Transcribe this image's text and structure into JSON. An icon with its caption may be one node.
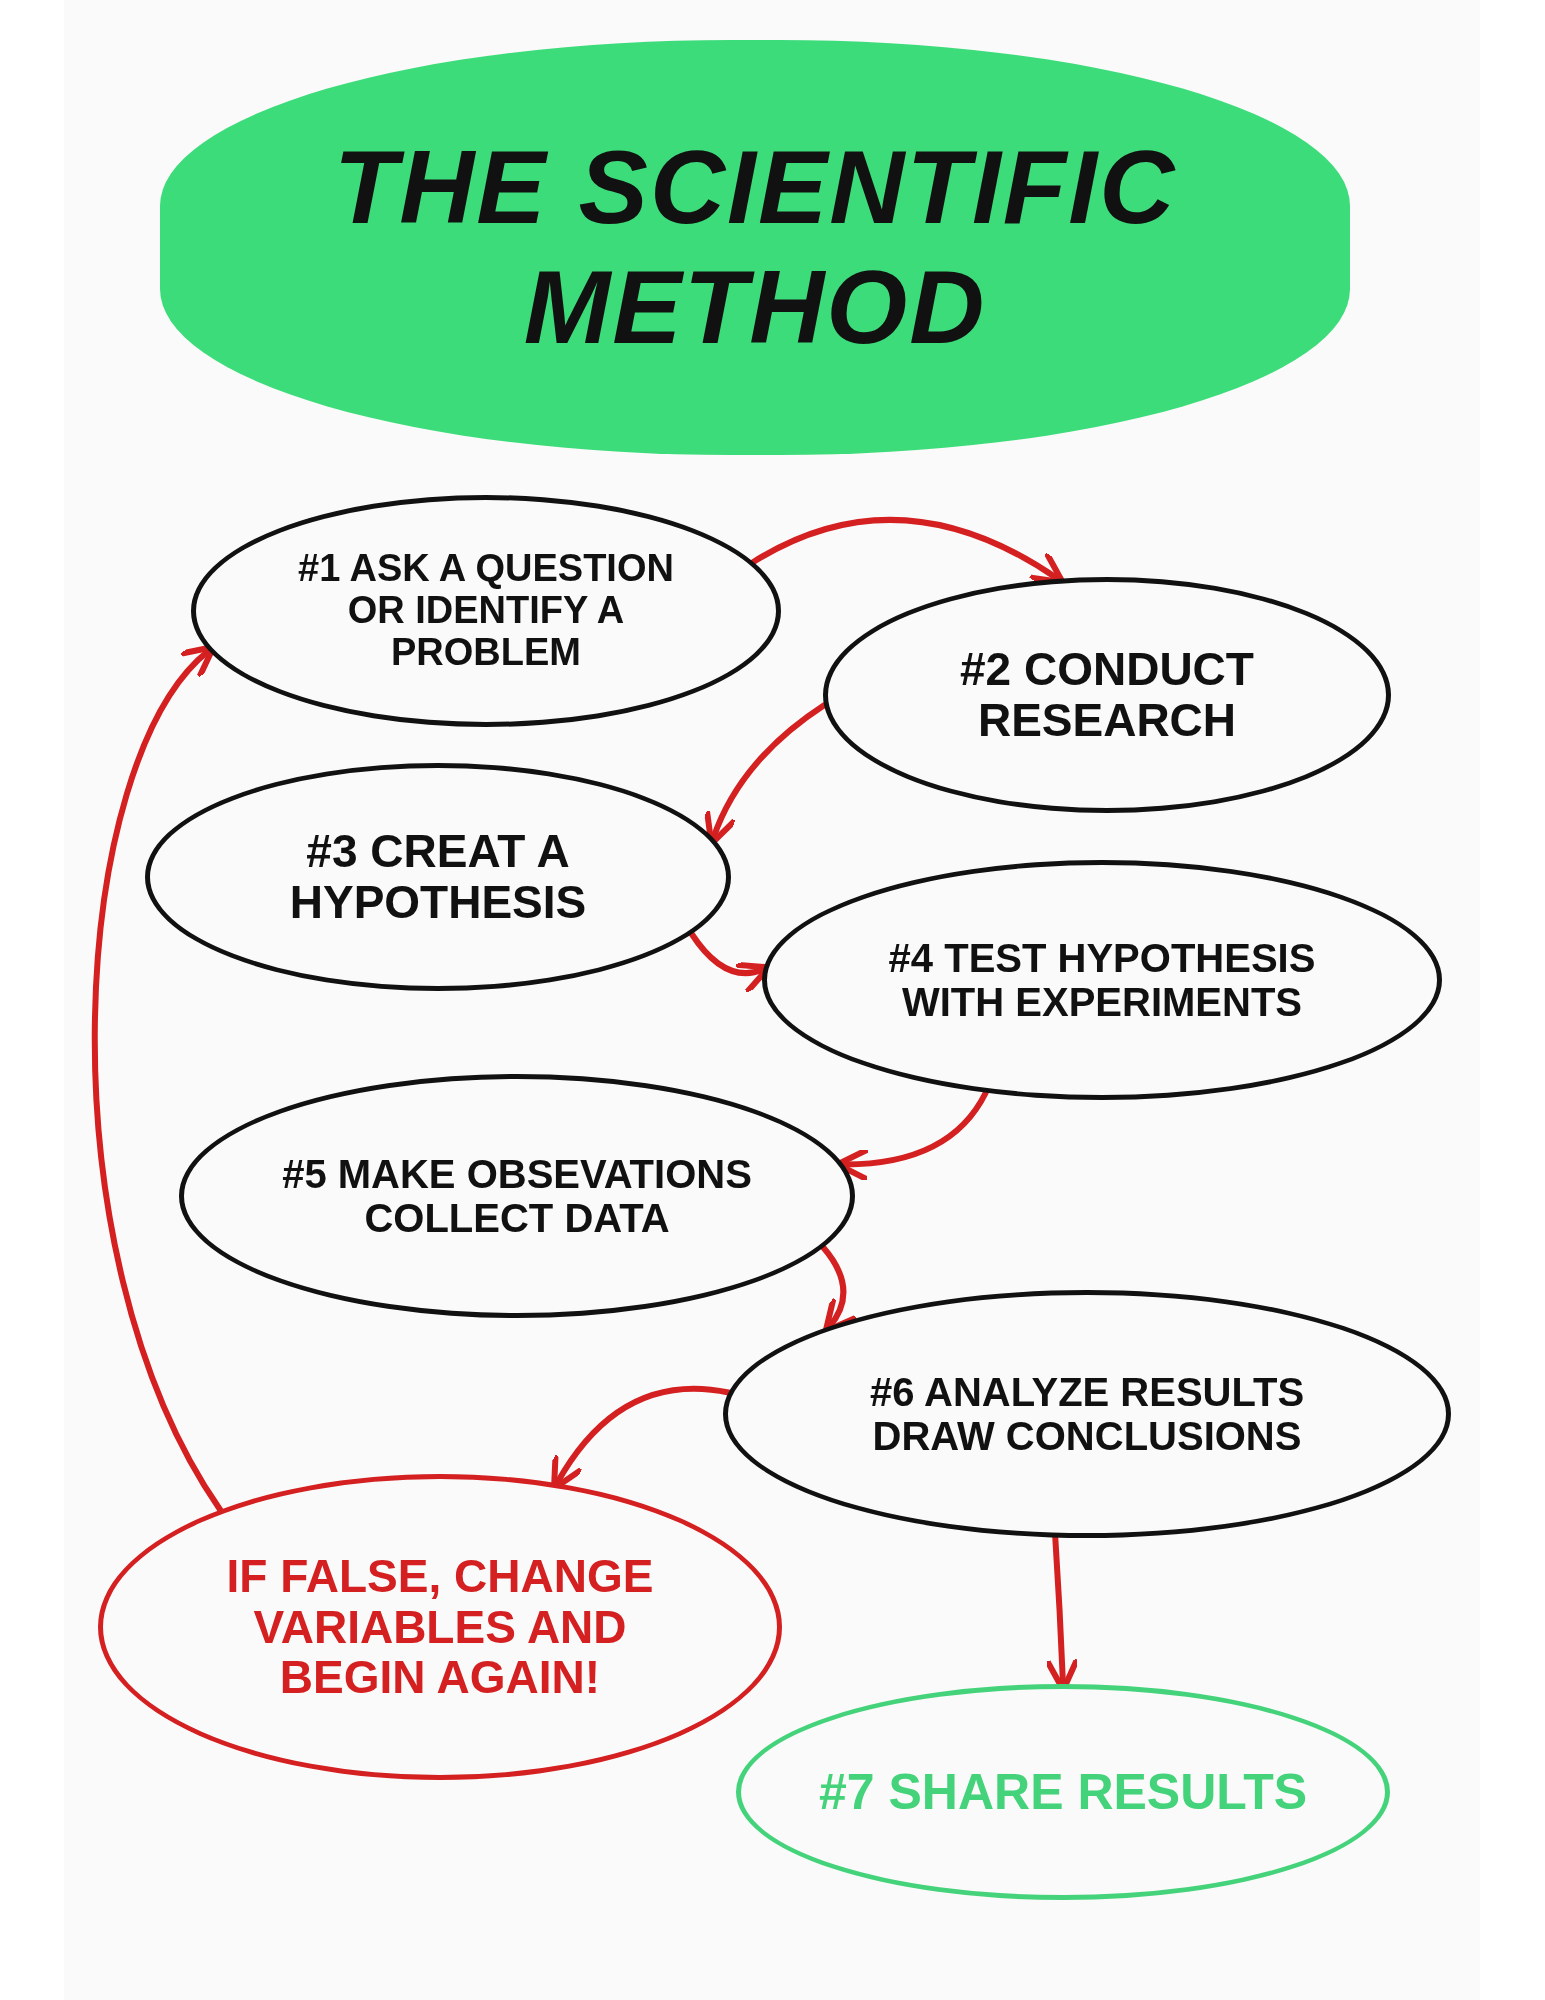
{
  "diagram": {
    "title": "THE SCIENTIFIC METHOD",
    "nodes": [
      {
        "text": [
          "#1 ASK A QUESTION OR IDENTIFY A PROBLEM"
        ]
      },
      {
        "text": [
          "#2 CONDUCT RESEARCH"
        ]
      },
      {
        "text": [
          "#3 CREAT A HYPOTHESIS"
        ]
      },
      {
        "text": [
          "#4 TEST HYPOTHESIS WITH EXPERIMENTS"
        ]
      },
      {
        "text": [
          "#5 MAKE OBSEVATIONS COLLECT DATA"
        ]
      },
      {
        "text": [
          "#6 ANALYZE RESULTS DRAW CONCLUSIONS"
        ]
      },
      {
        "text": [
          "IF FALSE, CHANGE VARIABLES AND BEGIN AGAIN!"
        ]
      },
      {
        "text": [
          "#7 SHARE RESULTS"
        ]
      }
    ],
    "edges": [
      {
        "from": 0,
        "to": 1,
        "arrow": "to"
      },
      {
        "from": 1,
        "to": 2,
        "arrow": "to"
      },
      {
        "from": 2,
        "to": 3,
        "arrow": "to"
      },
      {
        "from": 3,
        "to": 4,
        "arrow": "to"
      },
      {
        "from": 4,
        "to": 5,
        "arrow": "to"
      },
      {
        "from": 5,
        "to": 6,
        "arrow": "to"
      },
      {
        "from": 6,
        "to": 0,
        "arrow": "to"
      },
      {
        "from": 5,
        "to": 7,
        "arrow": "to"
      }
    ]
  }
}
